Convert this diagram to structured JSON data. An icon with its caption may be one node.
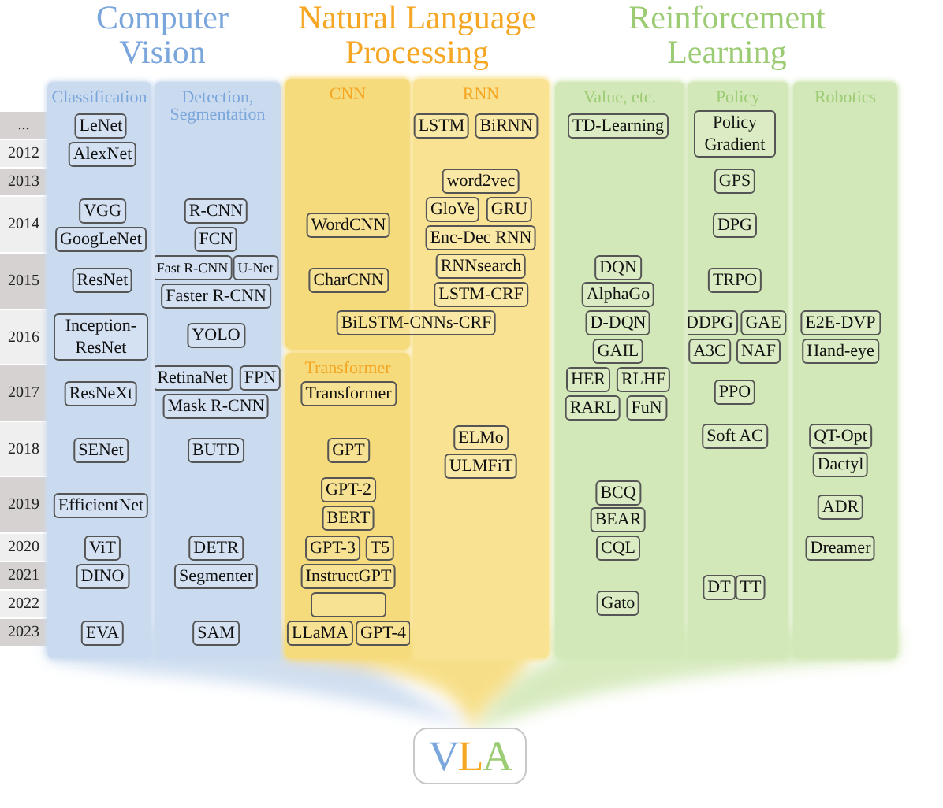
{
  "diagram": {
    "nodes": [
      {
        "text": [
          "Computer Vision"
        ]
      },
      {
        "text": [
          "Classification"
        ],
        "in": 0
      },
      {
        "text": [
          "LeNet"
        ],
        "in": 1
      },
      {
        "text": [
          "AlexNet"
        ],
        "in": 1
      },
      {
        "text": [
          "VGG"
        ],
        "in": 1
      },
      {
        "text": [
          "GoogLeNet"
        ],
        "in": 1
      },
      {
        "text": [
          "ResNet"
        ],
        "in": 1
      },
      {
        "text": [
          "Inception-ResNet"
        ],
        "in": 1
      },
      {
        "text": [
          "ResNeXt"
        ],
        "in": 1
      },
      {
        "text": [
          "SENet"
        ],
        "in": 1
      },
      {
        "text": [
          "EfficientNet"
        ],
        "in": 1
      },
      {
        "text": [
          "ViT"
        ],
        "in": 1
      },
      {
        "text": [
          "DINO"
        ],
        "in": 1
      },
      {
        "text": [
          "EVA"
        ],
        "in": 1
      },
      {
        "text": [
          "Detection, Segmentation"
        ],
        "in": 0
      },
      {
        "text": [
          "R-CNN"
        ],
        "in": 14
      },
      {
        "text": [
          "FCN"
        ],
        "in": 14
      },
      {
        "text": [
          "Fast R-CNN"
        ],
        "in": 14
      },
      {
        "text": [
          "U-Net"
        ],
        "in": 14
      },
      {
        "text": [
          "Faster R-CNN"
        ],
        "in": 14
      },
      {
        "text": [
          "YOLO"
        ],
        "in": 14
      },
      {
        "text": [
          "RetinaNet"
        ],
        "in": 14
      },
      {
        "text": [
          "FPN"
        ],
        "in": 14
      },
      {
        "text": [
          "Mask R-CNN"
        ],
        "in": 14
      },
      {
        "text": [
          "BUTD"
        ],
        "in": 14
      },
      {
        "text": [
          "DETR"
        ],
        "in": 14
      },
      {
        "text": [
          "Segmenter"
        ],
        "in": 14
      },
      {
        "text": [
          "SAM"
        ],
        "in": 14
      },
      {
        "text": [
          "Natural Language Processing"
        ]
      },
      {
        "text": [
          "CNN"
        ],
        "in": 28
      },
      {
        "text": [
          "WordCNN"
        ],
        "in": 29
      },
      {
        "text": [
          "CharCNN"
        ],
        "in": 29
      },
      {
        "text": [
          "RNN"
        ],
        "in": 28
      },
      {
        "text": [
          "LSTM"
        ],
        "in": 32
      },
      {
        "text": [
          "BiRNN"
        ],
        "in": 32
      },
      {
        "text": [
          "word2vec"
        ],
        "in": 32
      },
      {
        "text": [
          "GloVe"
        ],
        "in": 32
      },
      {
        "text": [
          "GRU"
        ],
        "in": 32
      },
      {
        "text": [
          "Enc-Dec RNN"
        ],
        "in": 32
      },
      {
        "text": [
          "RNNsearch"
        ],
        "in": 32
      },
      {
        "text": [
          "LSTM-CRF"
        ],
        "in": 32
      },
      {
        "text": [
          "ELMo"
        ],
        "in": 32
      },
      {
        "text": [
          "ULMFiT"
        ],
        "in": 32
      },
      {
        "text": [
          "BiLSTM-CNNs-CRF"
        ],
        "in": 28
      },
      {
        "text": [
          "Transformer"
        ],
        "in": 28
      },
      {
        "text": [
          "Transformer"
        ],
        "in": 44
      },
      {
        "text": [
          "GPT"
        ],
        "in": 44
      },
      {
        "text": [
          "GPT-2"
        ],
        "in": 44
      },
      {
        "text": [
          "BERT"
        ],
        "in": 44
      },
      {
        "text": [
          "GPT-3"
        ],
        "in": 44
      },
      {
        "text": [
          "T5"
        ],
        "in": 44
      },
      {
        "text": [
          "InstructGPT"
        ],
        "in": 44
      },
      {
        "text": [],
        "shape": "box",
        "in": 44
      },
      {
        "text": [
          "LLaMA"
        ],
        "in": 44
      },
      {
        "text": [
          "GPT-4"
        ],
        "in": 44
      },
      {
        "text": [
          "Reinforcement Learning"
        ]
      },
      {
        "text": [
          "Value, etc."
        ],
        "in": 55
      },
      {
        "text": [
          "TD-Learning"
        ],
        "in": 56
      },
      {
        "text": [
          "DQN"
        ],
        "in": 56
      },
      {
        "text": [
          "AlphaGo"
        ],
        "in": 56
      },
      {
        "text": [
          "D-DQN"
        ],
        "in": 56
      },
      {
        "text": [
          "GAIL"
        ],
        "in": 56
      },
      {
        "text": [
          "HER"
        ],
        "in": 56
      },
      {
        "text": [
          "RLHF"
        ],
        "in": 56
      },
      {
        "text": [
          "RARL"
        ],
        "in": 56
      },
      {
        "text": [
          "FuN"
        ],
        "in": 56
      },
      {
        "text": [
          "BCQ"
        ],
        "in": 56
      },
      {
        "text": [
          "BEAR"
        ],
        "in": 56
      },
      {
        "text": [
          "CQL"
        ],
        "in": 56
      },
      {
        "text": [
          "Gato"
        ],
        "in": 56
      },
      {
        "text": [
          "Policy"
        ],
        "in": 55
      },
      {
        "text": [
          "Policy Gradient"
        ],
        "in": 70
      },
      {
        "text": [
          "GPS"
        ],
        "in": 70
      },
      {
        "text": [
          "DPG"
        ],
        "in": 70
      },
      {
        "text": [
          "TRPO"
        ],
        "in": 70
      },
      {
        "text": [
          "DDPG"
        ],
        "in": 70
      },
      {
        "text": [
          "GAE"
        ],
        "in": 70
      },
      {
        "text": [
          "A3C"
        ],
        "in": 70
      },
      {
        "text": [
          "NAF"
        ],
        "in": 70
      },
      {
        "text": [
          "PPO"
        ],
        "in": 70
      },
      {
        "text": [
          "Soft AC"
        ],
        "in": 70
      },
      {
        "text": [
          "DT"
        ],
        "in": 70
      },
      {
        "text": [
          "TT"
        ],
        "in": 70
      },
      {
        "text": [
          "Robotics"
        ],
        "in": 55
      },
      {
        "text": [
          "E2E-DVP"
        ],
        "in": 83
      },
      {
        "text": [
          "Hand-eye"
        ],
        "in": 83
      },
      {
        "text": [
          "QT-Opt"
        ],
        "in": 83
      },
      {
        "text": [
          "Dactyl"
        ],
        "in": 83
      },
      {
        "text": [
          "ADR"
        ],
        "in": 83
      },
      {
        "text": [
          "Dreamer"
        ],
        "in": 83
      },
      {
        "text": [
          "VLA"
        ]
      }
    ],
    "labels": [
      "...",
      "2012",
      "2013",
      "2014",
      "2015",
      "2016",
      "2017",
      "2018",
      "2019",
      "2020",
      "2021",
      "2022",
      "2023"
    ]
  }
}
